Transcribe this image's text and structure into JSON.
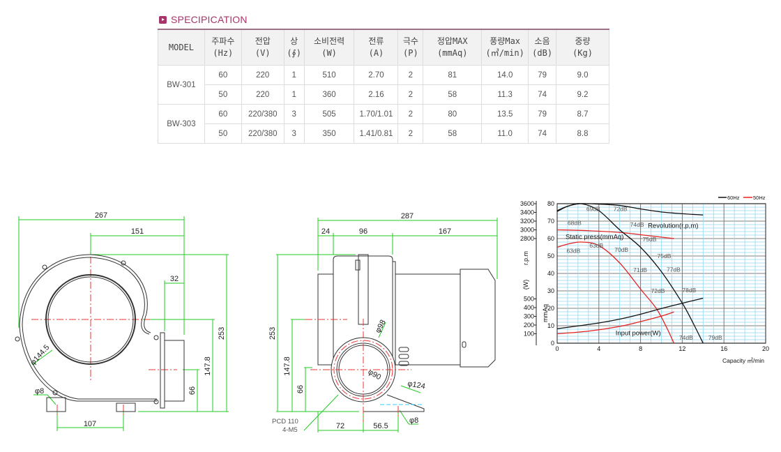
{
  "section_title": "SPECIPICATION",
  "table": {
    "headers": [
      {
        "l1": "MODEL",
        "l2": ""
      },
      {
        "l1": "주파수",
        "l2": "(Hz)"
      },
      {
        "l1": "전압",
        "l2": "(V)"
      },
      {
        "l1": "상",
        "l2": "(∮)"
      },
      {
        "l1": "소비전력",
        "l2": "(W)"
      },
      {
        "l1": "전류",
        "l2": "(A)"
      },
      {
        "l1": "극수",
        "l2": "(P)"
      },
      {
        "l1": "정압MAX",
        "l2": "(mmAq)"
      },
      {
        "l1": "풍량Max",
        "l2": "(㎥/min)"
      },
      {
        "l1": "소음",
        "l2": "(dB)"
      },
      {
        "l1": "중량",
        "l2": "(Kg)"
      }
    ],
    "models": [
      {
        "name": "BW-301",
        "rows": [
          [
            "60",
            "220",
            "1",
            "510",
            "2.70",
            "2",
            "81",
            "14.0",
            "79",
            "9.0"
          ],
          [
            "50",
            "220",
            "1",
            "360",
            "2.16",
            "2",
            "58",
            "11.3",
            "74",
            "9.2"
          ]
        ]
      },
      {
        "name": "BW-303",
        "rows": [
          [
            "60",
            "220/380",
            "3",
            "505",
            "1.70/1.01",
            "2",
            "80",
            "13.5",
            "79",
            "8.7"
          ],
          [
            "50",
            "220/380",
            "3",
            "350",
            "1.41/0.81",
            "2",
            "58",
            "11.0",
            "74",
            "8.8"
          ]
        ]
      }
    ]
  },
  "front_view": {
    "d267": "267",
    "d151": "151",
    "d32": "32",
    "d253": "253",
    "d147": "147.8",
    "d66": "66",
    "d107": "107",
    "dia144": "φ144.5",
    "dia8": "φ8"
  },
  "side_view": {
    "d287": "287",
    "d24": "24",
    "d96": "96",
    "d167": "167",
    "d253": "253",
    "d147": "147.8",
    "d66": "66",
    "d72": "72",
    "d565": "56.5",
    "dia98": "φ98",
    "dia90": "φ90",
    "dia124": "φ124",
    "dia8": "φ8",
    "pcd": "PCD 110",
    "m5": "4-M5"
  },
  "chart_data": {
    "type": "line",
    "xlabel": "Capacity ㎥/min",
    "xlim": [
      0,
      20
    ],
    "x_ticks": [
      "0",
      "4",
      "8",
      "12",
      "16",
      "20"
    ],
    "mmaq_axis": {
      "label": "mmAq",
      "lim": [
        0,
        80
      ],
      "ticks": [
        "0",
        "10",
        "20",
        "30",
        "40",
        "50",
        "60",
        "70",
        "80"
      ]
    },
    "rpm_axis": {
      "label": "r.p.m",
      "ticks": [
        "2800",
        "3000",
        "3200",
        "3400",
        "3600"
      ]
    },
    "watt_axis": {
      "label": "(W)",
      "ticks": [
        "100",
        "200",
        "300",
        "400",
        "500"
      ]
    },
    "legend": [
      {
        "name": "60Hz",
        "color": "#111111"
      },
      {
        "name": "50Hz",
        "color": "#e52222"
      }
    ],
    "legend_position": "top-right",
    "curve_labels": [
      {
        "text": "Revolution(r,p,m)",
        "x": 8.7,
        "y": 67.5
      },
      {
        "text": "Static press(mmAq)",
        "x": 0.8,
        "y": 61
      },
      {
        "text": "Input power(W)",
        "x": 5.6,
        "y": 5.8
      }
    ],
    "series": [
      {
        "name": "60Hz revolution",
        "color": "#111111",
        "unit": "rpm",
        "points": [
          [
            0,
            3420
          ],
          [
            1,
            3540
          ],
          [
            2.2,
            3600
          ],
          [
            4,
            3590
          ],
          [
            6,
            3560
          ],
          [
            8,
            3480
          ],
          [
            10,
            3410
          ],
          [
            12,
            3370
          ],
          [
            14,
            3340
          ]
        ]
      },
      {
        "name": "50Hz revolution",
        "color": "#e52222",
        "unit": "rpm",
        "points": [
          [
            0,
            3000
          ],
          [
            3,
            2980
          ],
          [
            6,
            2940
          ],
          [
            9,
            2860
          ],
          [
            11.2,
            2800
          ]
        ]
      },
      {
        "name": "60Hz static pressure",
        "color": "#111111",
        "unit": "mmAq",
        "points": [
          [
            0,
            76
          ],
          [
            1,
            78.5
          ],
          [
            2.3,
            80
          ],
          [
            4,
            76
          ],
          [
            6,
            65
          ],
          [
            8,
            55
          ],
          [
            10,
            41
          ],
          [
            12,
            23
          ],
          [
            13,
            12
          ],
          [
            14,
            0
          ]
        ]
      },
      {
        "name": "50Hz static pressure",
        "color": "#e52222",
        "unit": "mmAq",
        "points": [
          [
            0,
            55
          ],
          [
            1,
            56.8
          ],
          [
            2.3,
            58
          ],
          [
            4,
            56
          ],
          [
            6,
            46
          ],
          [
            8,
            31
          ],
          [
            9.5,
            20
          ],
          [
            10.5,
            9
          ],
          [
            11.2,
            0
          ]
        ]
      },
      {
        "name": "60Hz input power",
        "color": "#111111",
        "unit": "W",
        "points": [
          [
            0,
            158
          ],
          [
            2,
            190
          ],
          [
            4,
            224
          ],
          [
            6,
            268
          ],
          [
            8,
            324
          ],
          [
            10,
            390
          ],
          [
            12,
            450
          ],
          [
            14,
            508
          ]
        ]
      },
      {
        "name": "50Hz input power",
        "color": "#e52222",
        "unit": "W",
        "points": [
          [
            0,
            100
          ],
          [
            3,
            130
          ],
          [
            6,
            184
          ],
          [
            8,
            240
          ],
          [
            10,
            303
          ],
          [
            11.2,
            350
          ]
        ]
      }
    ],
    "noise_labels": [
      {
        "text": "69dB",
        "x": 2.8,
        "y": 77
      },
      {
        "text": "72dB",
        "x": 5.4,
        "y": 77
      },
      {
        "text": "68dB",
        "x": 1.0,
        "y": 69
      },
      {
        "text": "74dB",
        "x": 7.0,
        "y": 68
      },
      {
        "text": "75dB",
        "x": 8.2,
        "y": 59.6
      },
      {
        "text": "63dB",
        "x": 3.1,
        "y": 56
      },
      {
        "text": "63dB",
        "x": 0.9,
        "y": 53
      },
      {
        "text": "70dB",
        "x": 5.5,
        "y": 53.7
      },
      {
        "text": "75dB",
        "x": 9.6,
        "y": 50
      },
      {
        "text": "71dB",
        "x": 7.3,
        "y": 42
      },
      {
        "text": "77dB",
        "x": 10.5,
        "y": 42.3
      },
      {
        "text": "72dB",
        "x": 9.0,
        "y": 30
      },
      {
        "text": "78dB",
        "x": 12.0,
        "y": 30.4
      },
      {
        "text": "74dB",
        "x": 11.7,
        "y": 3.3
      },
      {
        "text": "79dB",
        "x": 14.5,
        "y": 3.3
      }
    ]
  }
}
